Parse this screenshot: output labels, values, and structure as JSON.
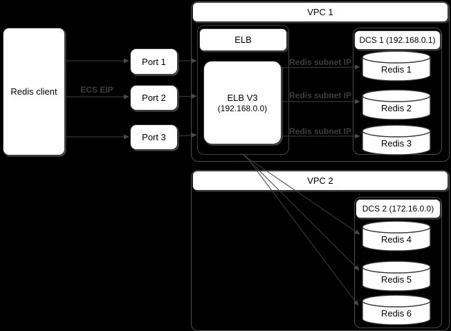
{
  "diagram_title": "Redis client access via ELB to DCS instances across VPCs",
  "colors": {
    "background": "#000000",
    "node_fill": "#ffffff",
    "node_border": "#2e2e2e",
    "group_border": "#4d4d4d",
    "arrow": "#3f3f3f",
    "edge_label_text": "#3d3d3d"
  },
  "client": {
    "label": "Redis client"
  },
  "ports": [
    {
      "label": "Port 1"
    },
    {
      "label": "Port 2"
    },
    {
      "label": "Port 3"
    }
  ],
  "edge_labels": {
    "ecs_eip": "ECS EIP",
    "redis_subnet_ip": "Redis subnet IP"
  },
  "vpc1": {
    "title": "VPC 1",
    "elb": {
      "title": "ELB",
      "node": {
        "line1": "ELB V3",
        "line2": "(192.168.0.0)"
      }
    },
    "dcs1": {
      "title": "DCS 1 (192.168.0.1)",
      "instances": [
        {
          "label": "Redis 1"
        },
        {
          "label": "Redis 2"
        },
        {
          "label": "Redis 3"
        }
      ]
    }
  },
  "vpc2": {
    "title": "VPC 2",
    "dcs2": {
      "title": "DCS 2 (172.16.0.0)",
      "instances": [
        {
          "label": "Redis 4"
        },
        {
          "label": "Redis 5"
        },
        {
          "label": "Redis 6"
        }
      ]
    }
  }
}
